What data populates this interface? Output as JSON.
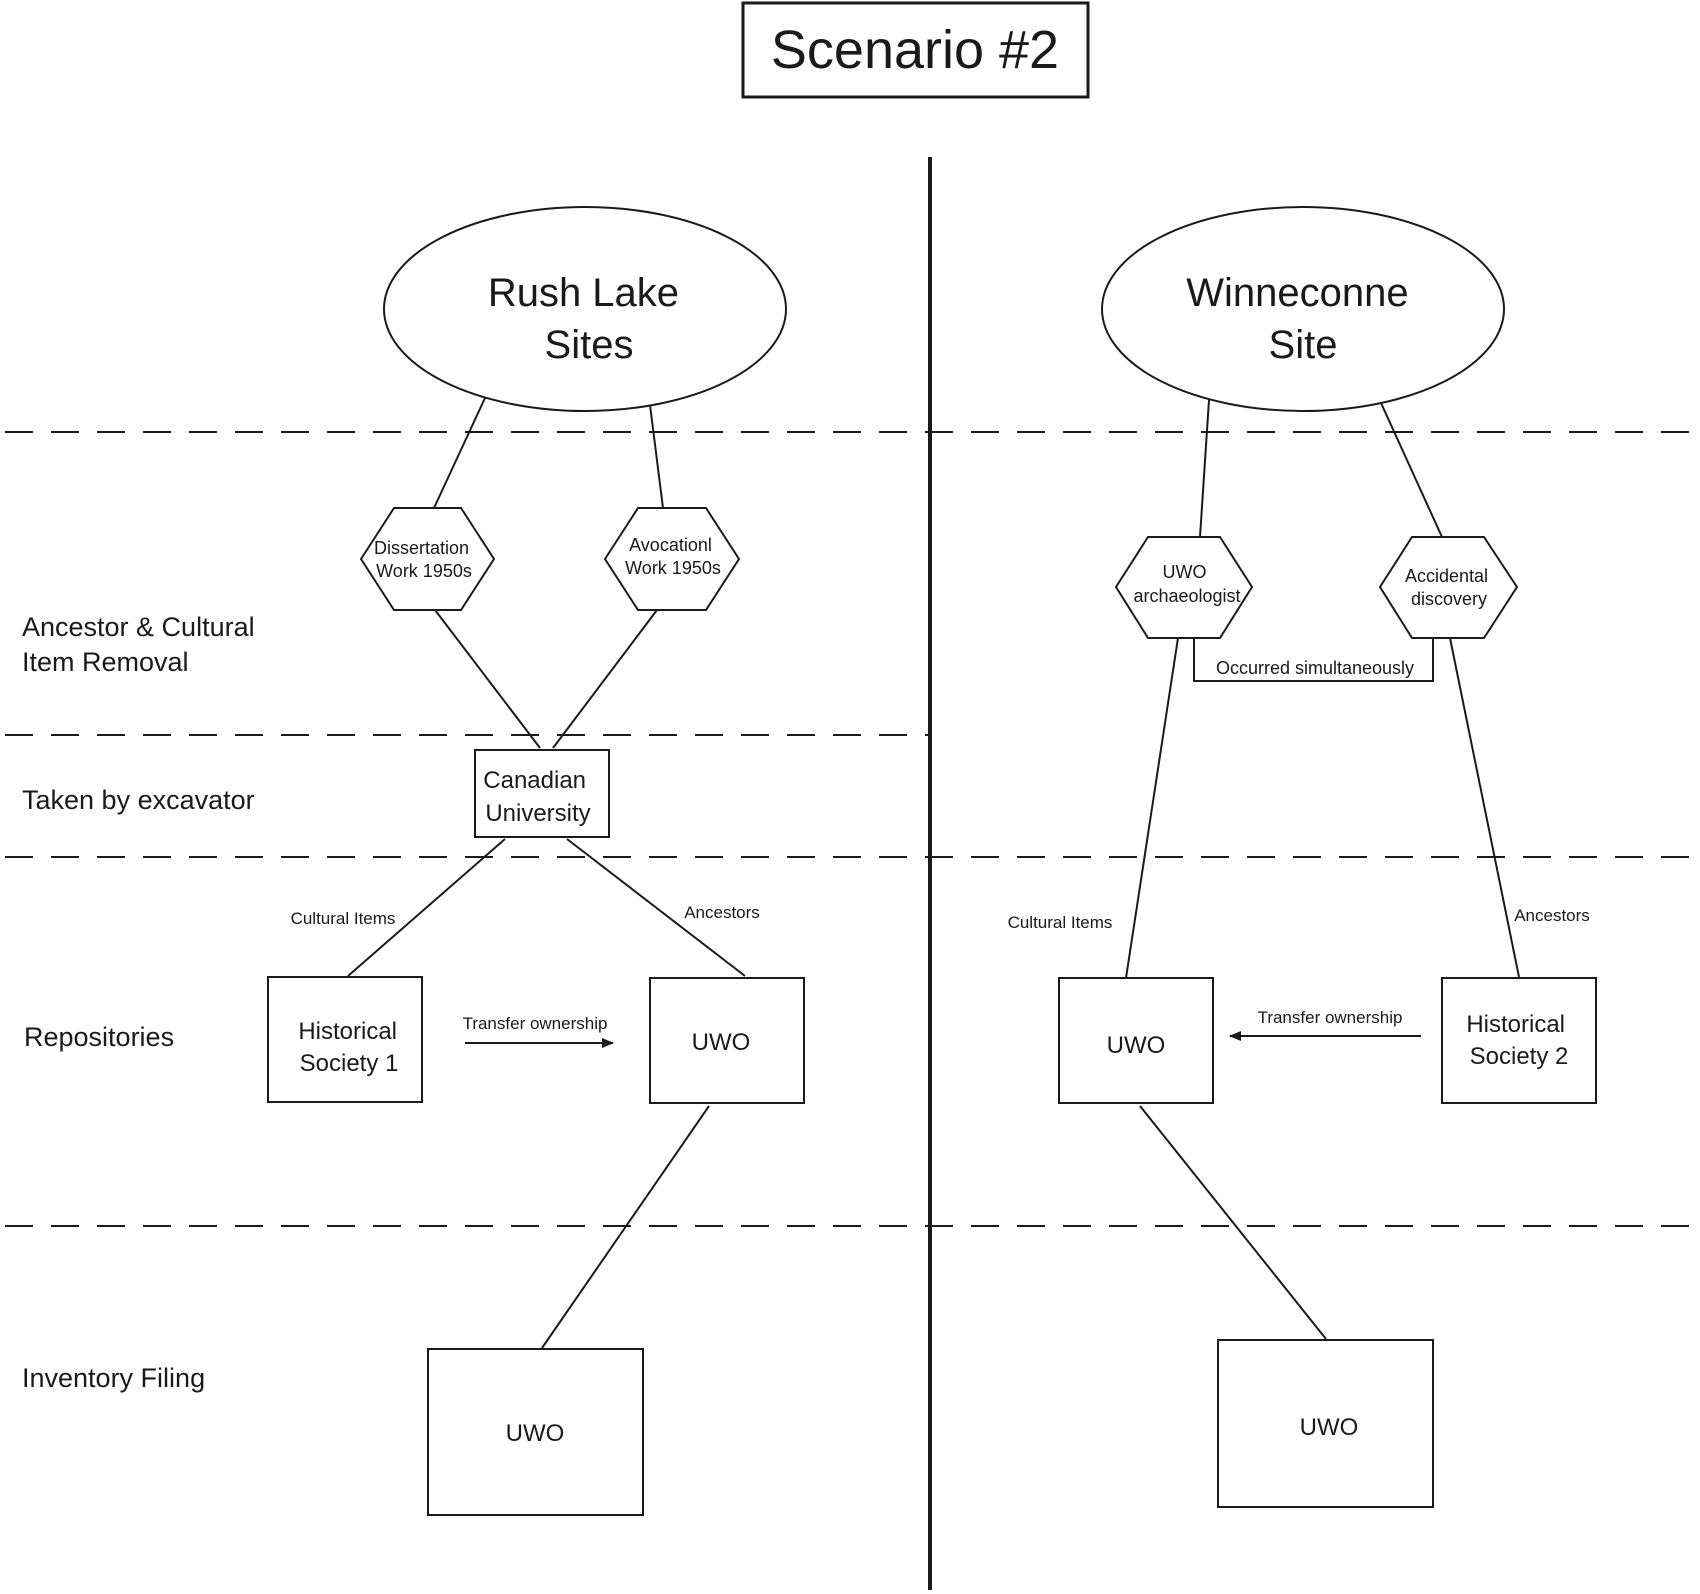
{
  "title": "Scenario #2",
  "rows": {
    "removal": [
      "Ancestor & Cultural",
      "Item Removal"
    ],
    "excavator": "Taken by excavator",
    "repositories": "Repositories",
    "inventory": "Inventory Filing"
  },
  "left": {
    "site": [
      "Rush Lake",
      "Sites"
    ],
    "removal_a": [
      "Dissertation",
      "Work 1950s"
    ],
    "removal_b": [
      "Avocationl",
      "Work 1950s"
    ],
    "excavator": [
      "Canadian",
      "University"
    ],
    "edge_cultural": "Cultural Items",
    "edge_ancestors": "Ancestors",
    "repo_a": [
      "Historical",
      "Society 1"
    ],
    "repo_b": "UWO",
    "transfer": "Transfer ownership",
    "inventory": "UWO"
  },
  "right": {
    "site": [
      "Winneconne",
      "Site"
    ],
    "removal_a": [
      "UWO",
      "archaeologist"
    ],
    "removal_b": [
      "Accidental",
      "discovery"
    ],
    "simultaneous": "Occurred simultaneously",
    "edge_cultural": "Cultural Items",
    "edge_ancestors": "Ancestors",
    "repo_a": "UWO",
    "repo_b": [
      "Historical",
      "Society 2"
    ],
    "transfer": "Transfer ownership",
    "inventory": "UWO"
  }
}
